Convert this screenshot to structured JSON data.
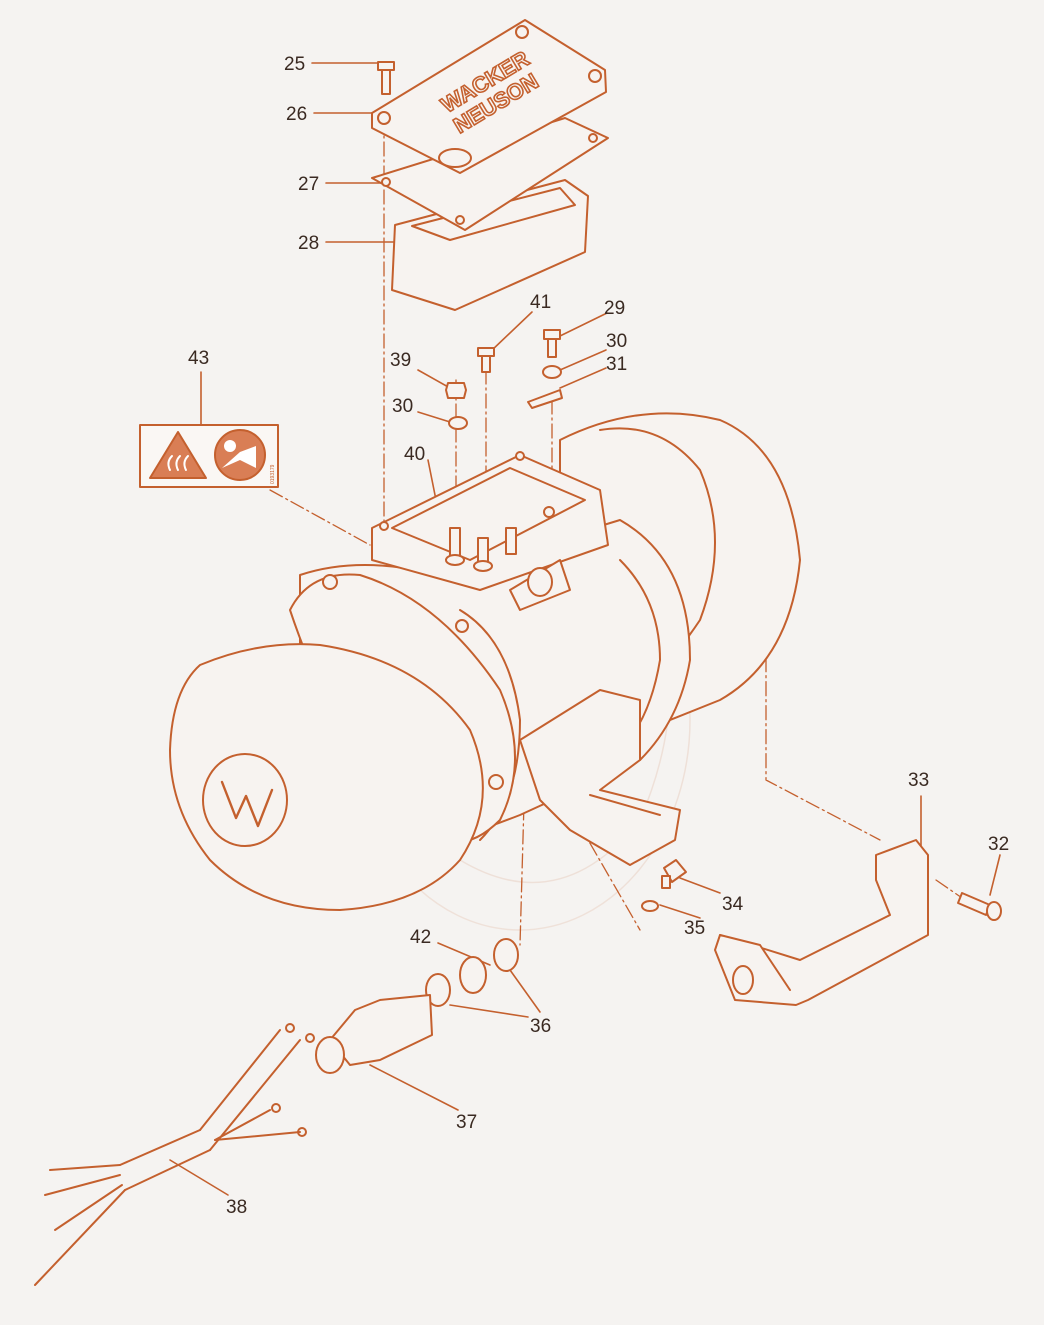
{
  "colors": {
    "background": "#f5f3f1",
    "line": "#c4602e",
    "fill": "#f7f3f0",
    "label_text": "#3a2a22",
    "warning_fill": "#d97e55"
  },
  "brand_logo_text": [
    "WACKER",
    "NEUSON"
  ],
  "warning_label": {
    "part_number": "43",
    "code": "0193179",
    "icons": [
      "hot-surface-icon",
      "read-manual-icon"
    ]
  },
  "callouts": [
    "25",
    "26",
    "27",
    "28",
    "29",
    "30",
    "31",
    "32",
    "33",
    "34",
    "35",
    "36",
    "37",
    "38",
    "39",
    "40",
    "41",
    "42",
    "43"
  ],
  "labels": {
    "l25": "25",
    "l26": "26",
    "l27": "27",
    "l28": "28",
    "l29": "29",
    "l30a": "30",
    "l31": "31",
    "l41": "41",
    "l39": "39",
    "l30b": "30",
    "l40": "40",
    "l43": "43",
    "l33": "33",
    "l32": "32",
    "l34": "34",
    "l35": "35",
    "l42": "42",
    "l36": "36",
    "l37": "37",
    "l38": "38"
  }
}
